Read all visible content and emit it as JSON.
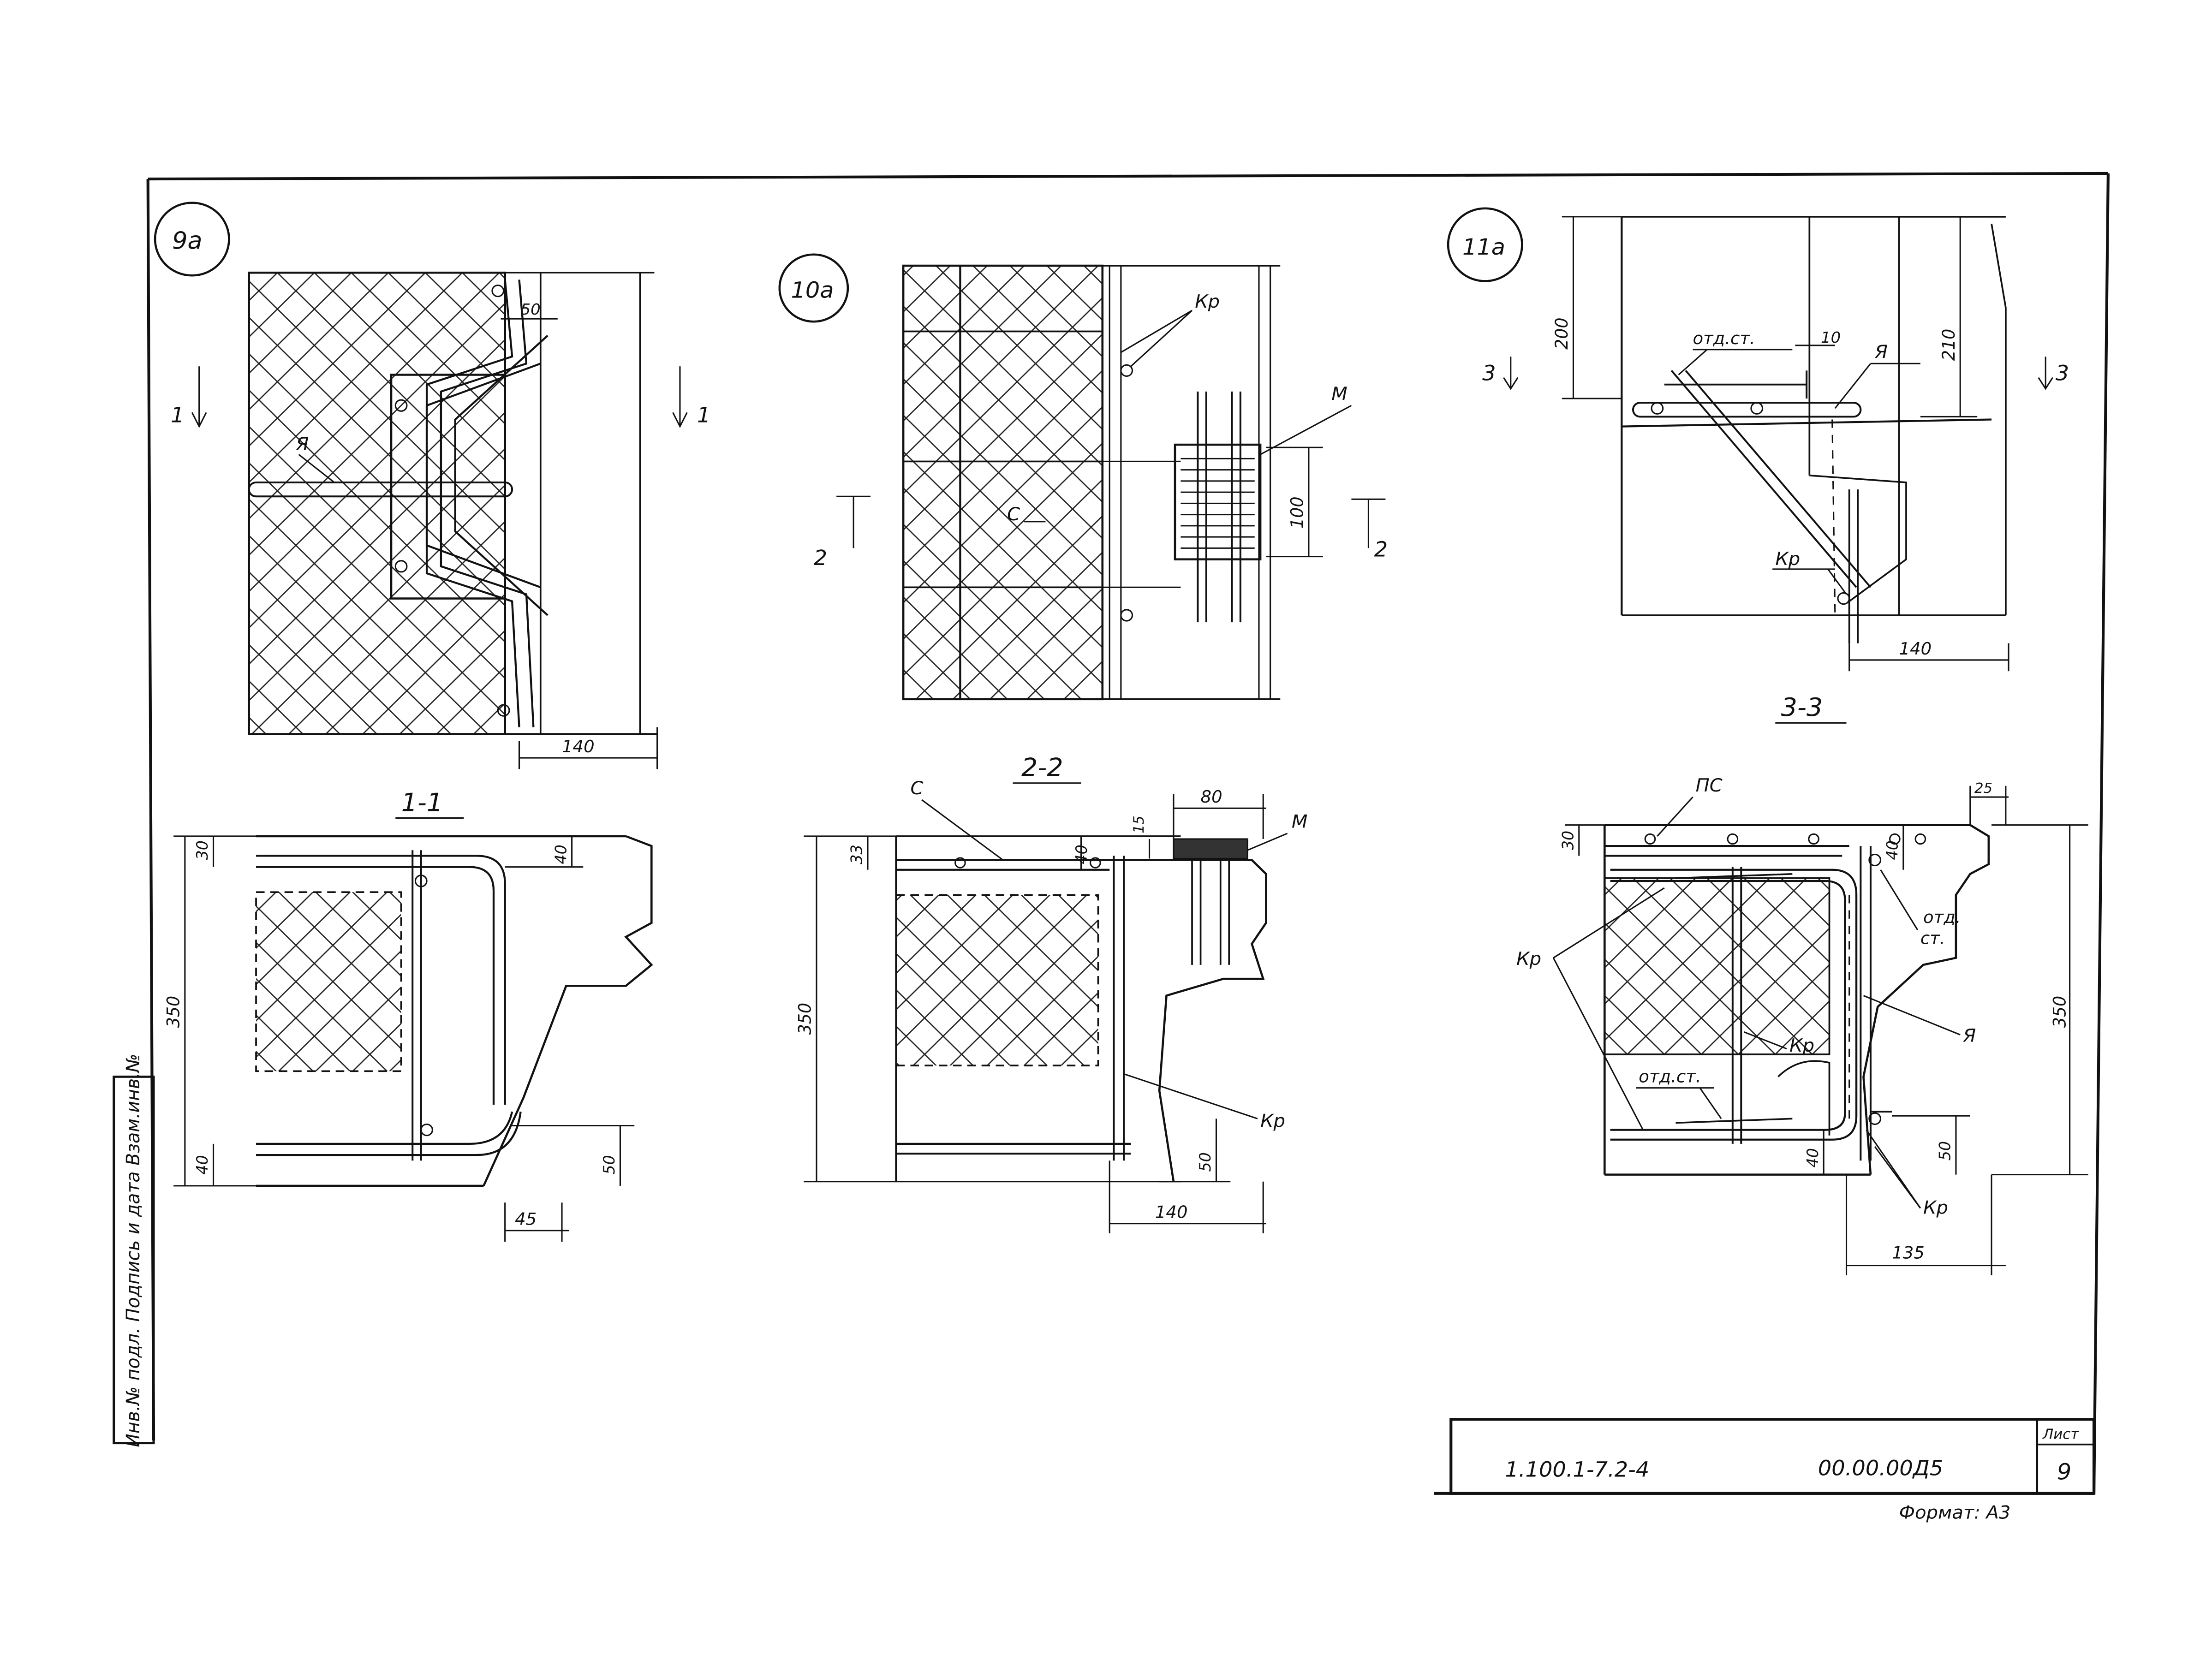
{
  "colors": {
    "ink": "#111111",
    "paper": "#ffffff"
  },
  "details": {
    "d9": {
      "circle_label": "9а",
      "rebar_label": "Я",
      "dim_gap": "50",
      "dim_width": "140",
      "section_mark": "1"
    },
    "d10": {
      "circle_label": "10а",
      "rebar_label": "Кр",
      "plate_label": "М",
      "concrete_label": "С",
      "dim_height": "100",
      "section_mark": "2"
    },
    "d11": {
      "circle_label": "11а",
      "rebar_label": "Я",
      "bar_label": "отд.ст.",
      "rebar2_label": "Кр",
      "dim_top": "200",
      "dim_right": "210",
      "dim_gap": "10",
      "dim_width": "140",
      "section_mark": "3"
    }
  },
  "sections": {
    "s1": {
      "title": "1-1",
      "dim_total": "350",
      "dim_top": "30",
      "dim_top_r": "40",
      "dim_bottom": "40",
      "dim_right": "50",
      "dim_width": "45"
    },
    "s2": {
      "title": "2-2",
      "concrete_label": "С",
      "plate_label": "М",
      "rebar_label": "Кр",
      "dim_total": "350",
      "dim_top": "33",
      "dim_top_r": "40",
      "dim_plate_w": "80",
      "dim_plate_h": "15",
      "dim_right": "50",
      "dim_width": "140"
    },
    "s3": {
      "title": "3-3",
      "slab_label": "ПС",
      "bar_label_top": "отд.",
      "bar_label_top2": "ст.",
      "rebar_label": "Кр",
      "rebar_inner": "Кр",
      "loop_label": "Я",
      "bar_label_bottom": "отд.ст.",
      "rebar_bottom": "Кр",
      "dim_total": "350",
      "dim_top": "30",
      "dim_top_r": "40",
      "dim_corner": "25",
      "dim_bottom": "40",
      "dim_right": "50",
      "dim_width": "135"
    }
  },
  "side_stamp": {
    "text": "Инв.№ подл. Подпись и дата Взам.инв.№"
  },
  "title_block": {
    "code": "1.100.1-7.2-4",
    "doc": "00.00.00Д5",
    "sheet_label": "Лист",
    "sheet_number": "9"
  },
  "format_note": "Формат: А3"
}
